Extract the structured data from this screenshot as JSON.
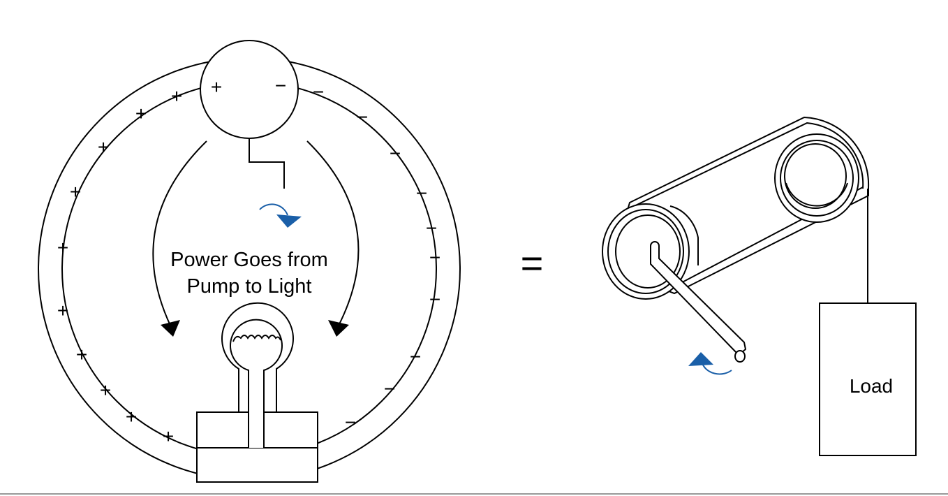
{
  "diagram": {
    "caption_line1": "Power Goes from",
    "caption_line2": "Pump to Light",
    "plus_sign": "+",
    "minus_sign": "−",
    "equals_sign": "=",
    "load_label": "Load",
    "accent_color": "#1a5fa8"
  }
}
